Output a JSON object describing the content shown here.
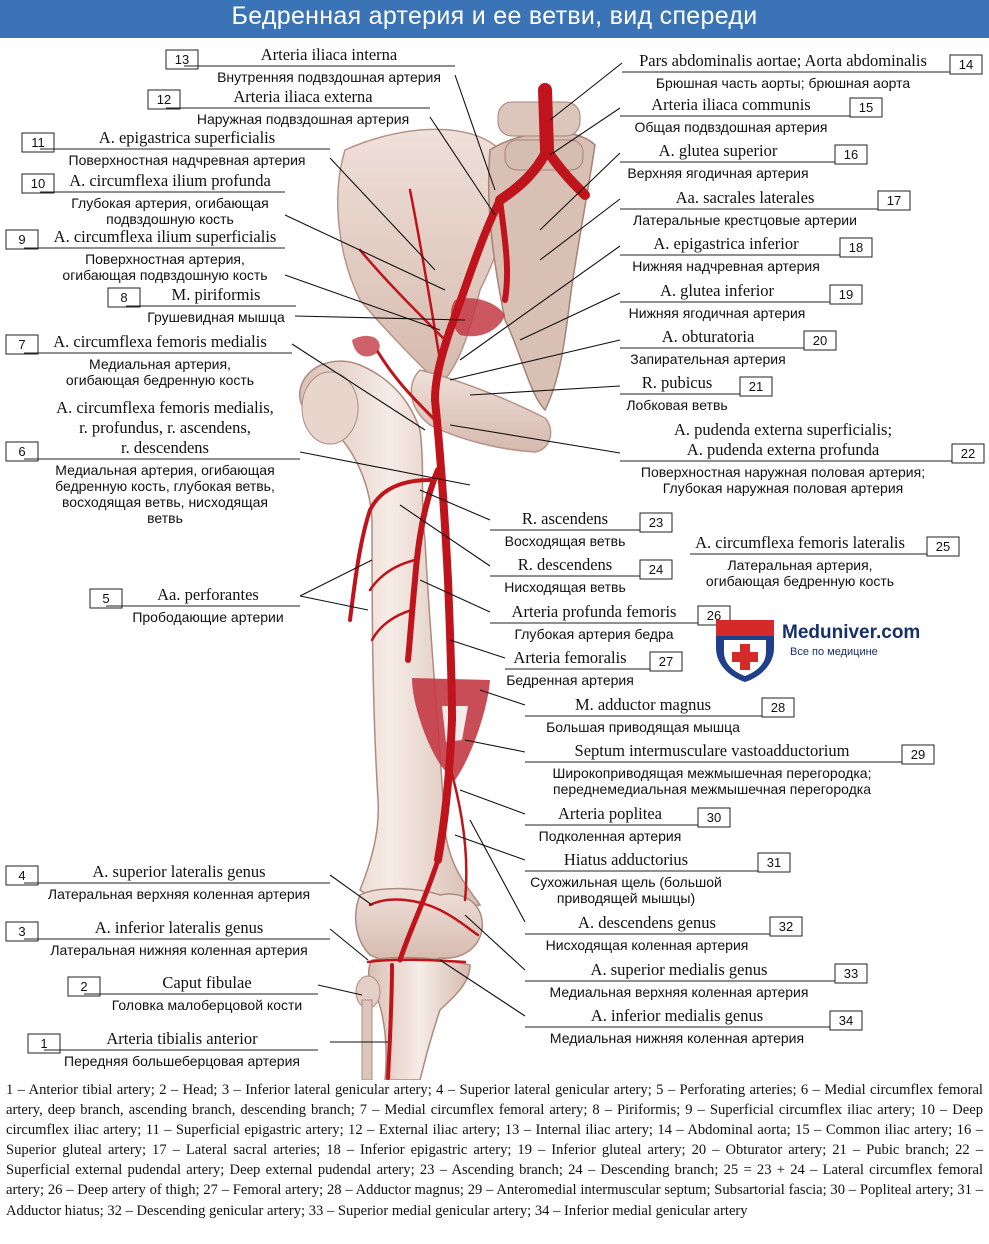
{
  "title": "Бедренная артерия и ее ветви, вид спереди",
  "watermark": {
    "name": "Meduniver.com",
    "tagline": "Все по медицине"
  },
  "labels": [
    {
      "n": "1",
      "lat": "Arteria tibialis anterior",
      "ru": [
        "Передняя большеберцовая артерия"
      ]
    },
    {
      "n": "2",
      "lat": "Caput fibulae",
      "ru": [
        "Головка малоберцовой кости"
      ]
    },
    {
      "n": "3",
      "lat": "A. inferior lateralis genus",
      "ru": [
        "Латеральная нижняя коленная артерия"
      ]
    },
    {
      "n": "4",
      "lat": "A. superior lateralis genus",
      "ru": [
        "Латеральная верхняя коленная артерия"
      ]
    },
    {
      "n": "5",
      "lat": "Aa. perforantes",
      "ru": [
        "Прободающие артерии"
      ]
    },
    {
      "n": "6",
      "lat": "A. circumflexa femoris medialis, r. profundus, r. ascendens, r. descendens",
      "lat_lines": [
        "A. circumflexa femoris medialis,",
        "r. profundus, r. ascendens,",
        "r. descendens"
      ],
      "ru": [
        "Медиальная артерия, огибающая",
        "бедренную кость, глубокая ветвь,",
        "восходящая ветвь, нисходящая",
        "ветвь"
      ]
    },
    {
      "n": "7",
      "lat": "A. circumflexa femoris medialis",
      "ru": [
        "Медиальная артерия,",
        "огибающая бедренную кость"
      ]
    },
    {
      "n": "8",
      "lat": "M. piriformis",
      "ru": [
        "Грушевидная мышца"
      ]
    },
    {
      "n": "9",
      "lat": "A. circumflexa ilium superficialis",
      "ru": [
        "Поверхностная артерия,",
        "огибающая подвздошную кость"
      ]
    },
    {
      "n": "10",
      "lat": "A. circumflexa ilium profunda",
      "ru": [
        "Глубокая артерия, огибающая",
        "подвздошную кость"
      ]
    },
    {
      "n": "11",
      "lat": "A. epigastrica superficialis",
      "ru": [
        "Поверхностная надчревная артерия"
      ]
    },
    {
      "n": "12",
      "lat": "Arteria iliaca externa",
      "ru": [
        "Наружная подвздошная артерия"
      ]
    },
    {
      "n": "13",
      "lat": "Arteria iliaca interna",
      "ru": [
        "Внутренняя подвздошная артерия"
      ]
    },
    {
      "n": "14",
      "lat": "Pars abdominalis aortae; Aorta abdominalis",
      "ru": [
        "Брюшная часть аорты; брюшная аорта"
      ]
    },
    {
      "n": "15",
      "lat": "Arteria iliaca communis",
      "ru": [
        "Общая подвздошная артерия"
      ]
    },
    {
      "n": "16",
      "lat": "A. glutea superior",
      "ru": [
        "Верхняя ягодичная артерия"
      ]
    },
    {
      "n": "17",
      "lat": "Aa. sacrales laterales",
      "ru": [
        "Латеральные крестцовые артерии"
      ]
    },
    {
      "n": "18",
      "lat": "A. epigastrica inferior",
      "ru": [
        "Нижняя надчревная артерия"
      ]
    },
    {
      "n": "19",
      "lat": "A. glutea inferior",
      "ru": [
        "Нижняя ягодичная артерия"
      ]
    },
    {
      "n": "20",
      "lat": "A. obturatoria",
      "ru": [
        "Запирательная артерия"
      ]
    },
    {
      "n": "21",
      "lat": "R. pubicus",
      "ru": [
        "Лобковая ветвь"
      ]
    },
    {
      "n": "22",
      "lat": "A. pudenda externa superficialis; A. pudenda externa profunda",
      "lat_lines": [
        "A. pudenda externa superficialis;",
        "A. pudenda externa profunda"
      ],
      "ru": [
        "Поверхностная наружная половая артерия;",
        "Глубокая наружная половая артерия"
      ]
    },
    {
      "n": "23",
      "lat": "R. ascendens",
      "ru": [
        "Восходящая ветвь"
      ]
    },
    {
      "n": "24",
      "lat": "R. descendens",
      "ru": [
        "Нисходящая ветвь"
      ]
    },
    {
      "n": "25",
      "lat": "A. circumflexa femoris lateralis",
      "ru": [
        "Латеральная артерия,",
        "огибающая бедренную кость"
      ]
    },
    {
      "n": "26",
      "lat": "Arteria profunda femoris",
      "ru": [
        "Глубокая артерия бедра"
      ]
    },
    {
      "n": "27",
      "lat": "Arteria femoralis",
      "ru": [
        "Бедренная артерия"
      ]
    },
    {
      "n": "28",
      "lat": "M. adductor magnus",
      "ru": [
        "Большая приводящая мышца"
      ]
    },
    {
      "n": "29",
      "lat": "Septum intermusculare vastoadductorium",
      "ru": [
        "Широкоприводящая межмышечная перегородка;",
        "переднемедиальная межмышечная перегородка"
      ]
    },
    {
      "n": "30",
      "lat": "Arteria poplitea",
      "ru": [
        "Подколенная артерия"
      ]
    },
    {
      "n": "31",
      "lat": "Hiatus adductorius",
      "ru": [
        "Сухожильная щель (большой",
        "приводящей мышцы)"
      ]
    },
    {
      "n": "32",
      "lat": "A. descendens genus",
      "ru": [
        "Нисходящая коленная артерия"
      ]
    },
    {
      "n": "33",
      "lat": "A. superior medialis genus",
      "ru": [
        "Медиальная верхняя коленная артерия"
      ]
    },
    {
      "n": "34",
      "lat": "A. inferior medialis genus",
      "ru": [
        "Медиальная нижняя коленная артерия"
      ]
    }
  ],
  "legend": "1 – Anterior tibial artery; 2 – Head; 3 – Inferior lateral genicular artery; 4 – Superior lateral genicular artery; 5 – Perforating arteries; 6 – Medial circumflex femoral artery, deep branch, ascending branch, descending branch; 7 – Medial circumflex femoral artery; 8 – Piriformis; 9 – Superficial circumflex iliac artery; 10 – Deep circumflex iliac artery; 11 – Superficial epigastric artery; 12 – External iliac artery; 13 – Internal iliac artery; 14 – Abdominal aorta; 15 – Common iliac artery; 16 – Superior gluteal artery; 17 – Lateral sacral arteries; 18 – Inferior epigastric artery; 19 – Inferior gluteal artery; 20 – Obturator artery; 21 – Pubic branch; 22 – Superficial external pudendal artery; Deep external pudendal artery; 23 – Ascending branch; 24 – Descending branch; 25 = 23 + 24 – Lateral circumflex femoral artery; 26 – Deep artery of thigh; 27 – Femoral artery; 28 – Adductor magnus; 29 – Anteromedial intermuscular septum; Subsartorial fascia; 30 – Popliteal artery; 31 – Adductor hiatus; 32 – Descending genicular artery; 33 – Superior medial genicular artery; 34 – Inferior medial genicular artery",
  "colors": {
    "header": "#3a74b6",
    "artery": "#c0141c",
    "bone": "#ecd9d0",
    "muscle": "#c33a45"
  }
}
